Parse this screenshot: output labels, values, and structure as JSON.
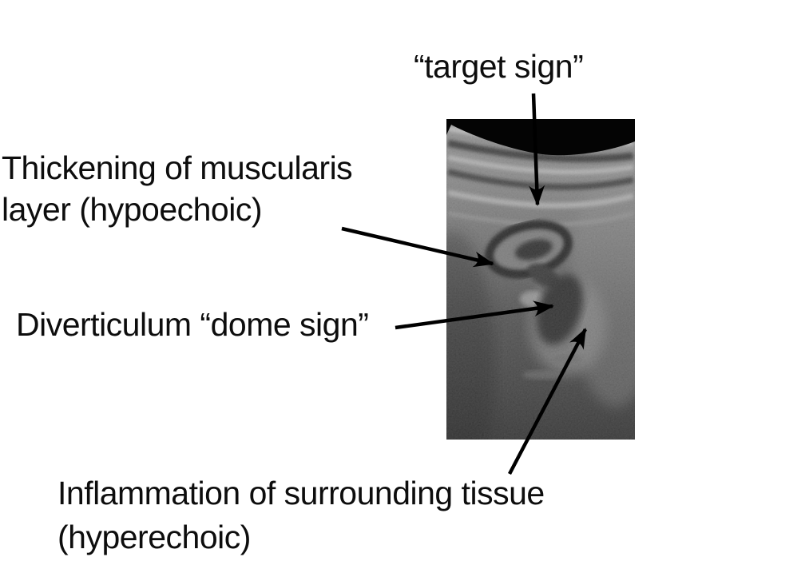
{
  "figure": {
    "annotations": {
      "target_sign": {
        "text": "“target sign”"
      },
      "muscularis": {
        "line1": "Thickening of muscularis",
        "line2": "layer (hypoechoic)"
      },
      "dome_sign": {
        "text": "Diverticulum “dome sign”"
      },
      "inflammation": {
        "line1": "Inflammation of surrounding tissue",
        "line2": "(hyperechoic)"
      }
    },
    "image": {
      "kind": "grayscale ultrasound",
      "features": [
        "target sign (layered bowel wall ring)",
        "thickened hypoechoic muscularis layer",
        "diverticulum dome sign",
        "hyperechoic surrounding inflamed tissue"
      ]
    },
    "colors": {
      "background": "#ffffff",
      "annotation_text": "#0d0d0d",
      "arrow": "#000000",
      "ultrasound_black": "#040404",
      "ultrasound_bright": "#b5b5b5",
      "ultrasound_mid": "#6f6f6f",
      "ultrasound_dark": "#383838"
    }
  }
}
